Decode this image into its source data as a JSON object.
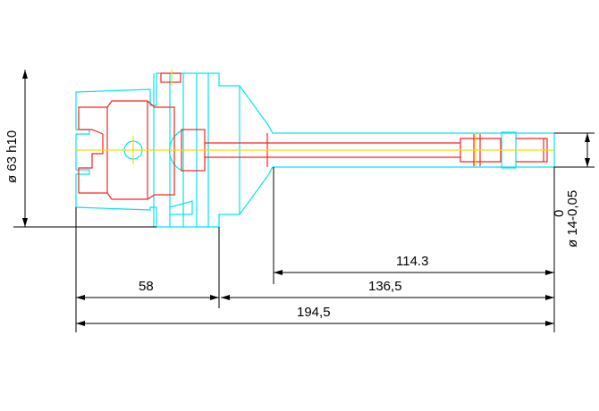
{
  "drawing": {
    "colors": {
      "outline": "#00e5ee",
      "section": "#ff2020",
      "centerline": "#f0e000",
      "dimension": "#000000"
    },
    "dimensions": {
      "diameter_flange": "ø 63 h10",
      "length_114": "114.3",
      "length_136": "136,5",
      "length_58": "58",
      "length_total": "194,5",
      "diameter_tip": "ø 14-0,05",
      "diameter_tip_upper_tol": "0"
    }
  }
}
